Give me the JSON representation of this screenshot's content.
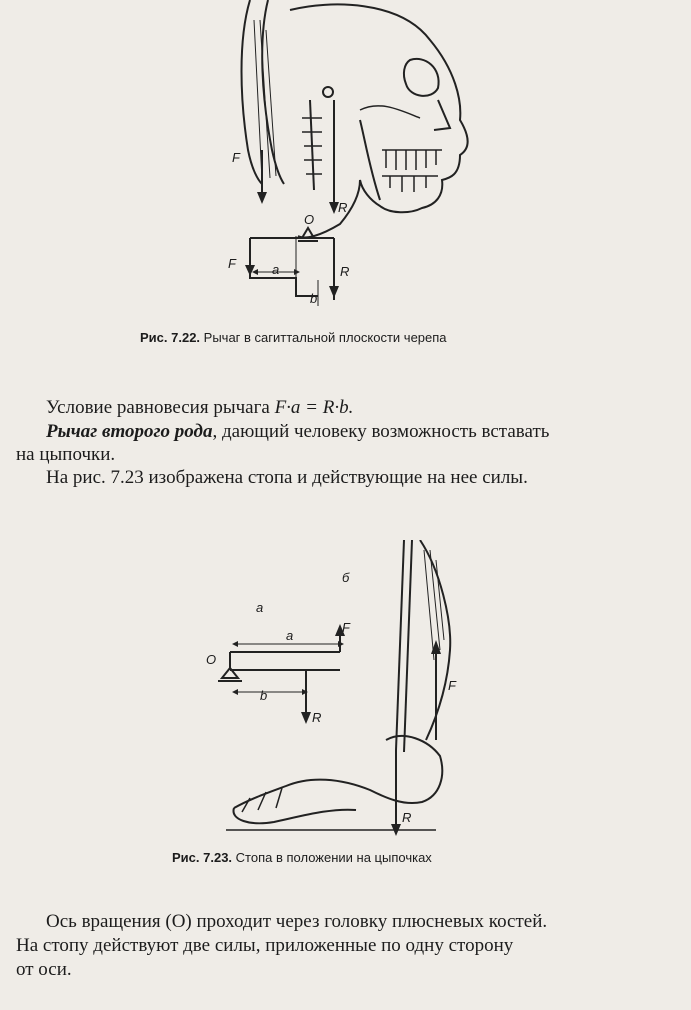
{
  "figure_722": {
    "labels": {
      "F": "F",
      "R": "R",
      "O": "O",
      "a": "a",
      "b": "b"
    },
    "caption_number": "Рис. 7.22.",
    "caption_text": "Рычаг в сагиттальной плоскости черепа"
  },
  "text_block_1": {
    "equilibrium_prefix": "Условие равновесия рычага ",
    "equilibrium_formula": "F·a = R·b.",
    "second_kind_term": "Рычаг второго рода",
    "second_kind_rest_line1": ", дающий человеку возможность вставать",
    "second_kind_rest_line2": "на цыпочки.",
    "figure_ref": "На рис. 7.23 изображена стопа и действующие на нее силы."
  },
  "figure_723": {
    "labels": {
      "panel_a": "а",
      "panel_b": "б",
      "a": "a",
      "b": "b",
      "F": "F",
      "O": "O",
      "R": "R"
    },
    "caption_number": "Рис. 7.23.",
    "caption_text": "Стопа в положении на цыпочках"
  },
  "text_block_2": {
    "line1": "Ось вращения (О) проходит через головку плюсневых костей.",
    "line2": "На стопу действуют две силы, приложенные по одну сторону",
    "line3": "от оси."
  }
}
